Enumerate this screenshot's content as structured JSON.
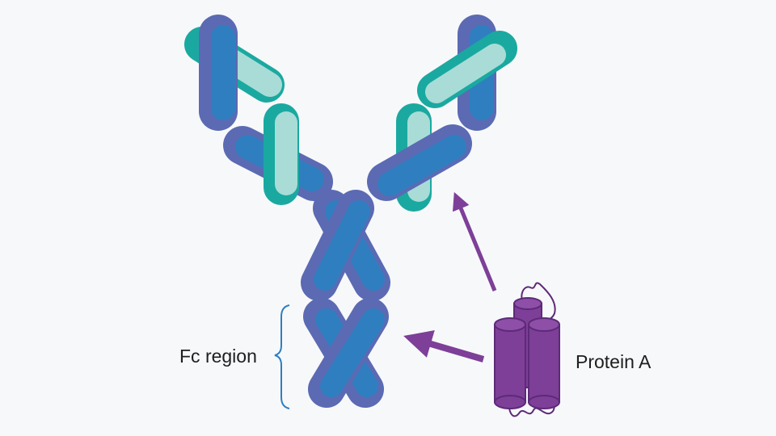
{
  "labels": {
    "fc_region": "Fc region",
    "protein_a": "Protein A"
  },
  "colors": {
    "background": "#f7f8fa",
    "heavy_chain": "#5b6ab3",
    "heavy_chain_core": "#2f7fc0",
    "light_chain": "#1aa9a0",
    "light_chain_core": "#a9dcd7",
    "protein_a": "#7d3f98",
    "protein_a_dark": "#5e2a78",
    "arrow": "#7d3f98",
    "bracket": "#2f7fc0",
    "text": "#1e1e1e"
  },
  "icons": {
    "antibody": "antibody-y-shape",
    "protein_a": "helix-bundle-cylinders",
    "arrows": "binding-arrow"
  }
}
